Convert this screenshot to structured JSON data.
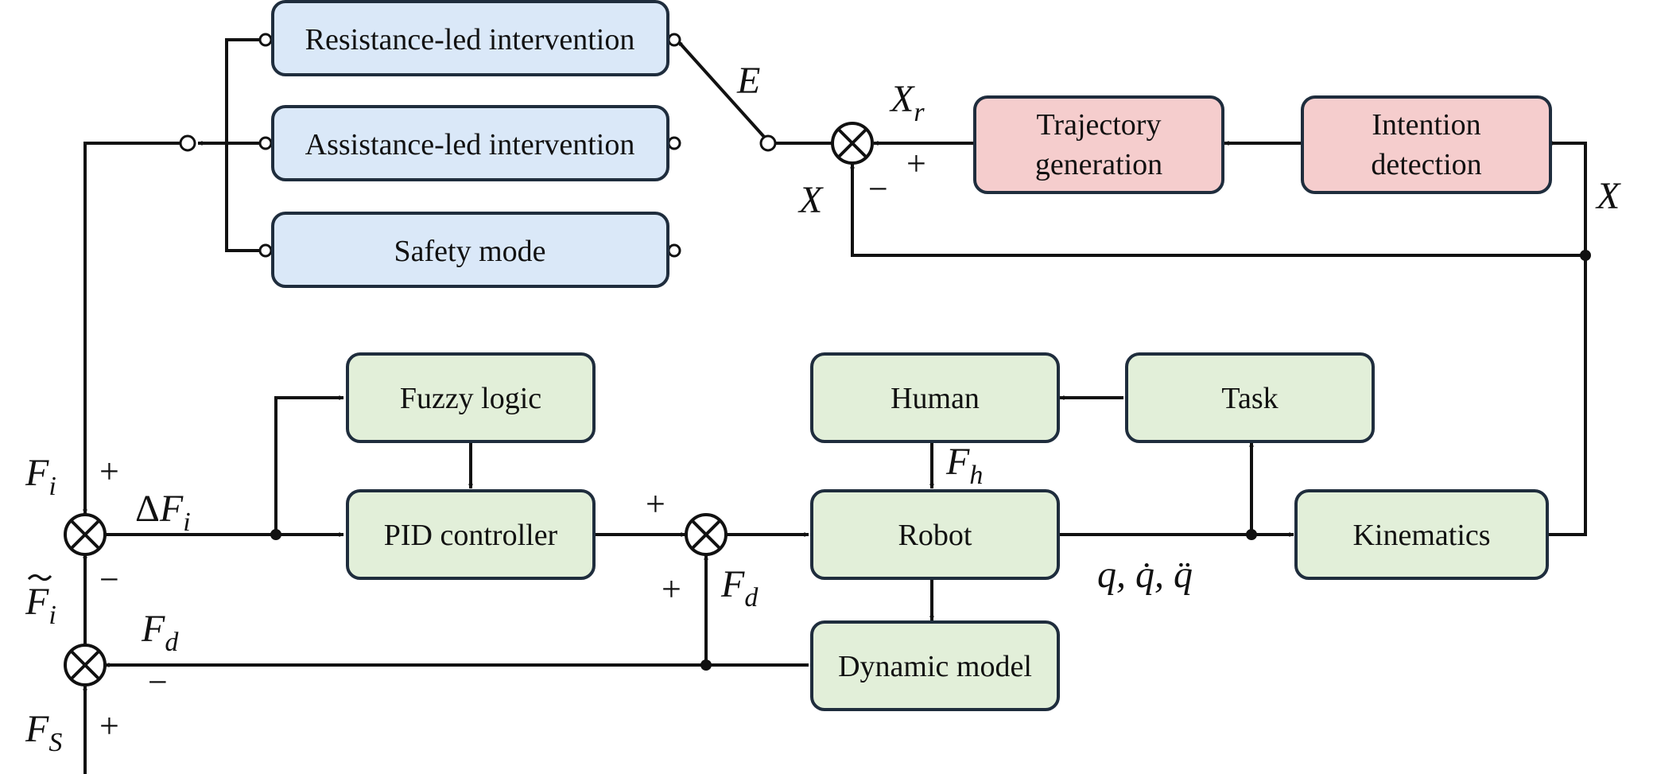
{
  "colors": {
    "blue_box": "#dae8f8",
    "red_box": "#f5cdcd",
    "green_box": "#e2efd9",
    "outline": "#1f2d3d",
    "line": "#111111"
  },
  "blocks": {
    "resistance": "Resistance-led intervention",
    "assistance": "Assistance-led intervention",
    "safety": "Safety mode",
    "trajectory_1": "Trajectory",
    "trajectory_2": "generation",
    "intention_1": "Intention",
    "intention_2": "detection",
    "fuzzy": "Fuzzy logic",
    "pid": "PID controller",
    "human": "Human",
    "task": "Task",
    "robot": "Robot",
    "kinematics": "Kinematics",
    "dynamic": "Dynamic model"
  },
  "symbols": {
    "E": "E",
    "X": "X",
    "r": "r",
    "F": "F",
    "i": "i",
    "h": "h",
    "d": "d",
    "S": "S",
    "delta": "Δ",
    "q_vector": "q, q̇, q̈"
  },
  "signs": {
    "plus": "+",
    "minus": "−"
  }
}
